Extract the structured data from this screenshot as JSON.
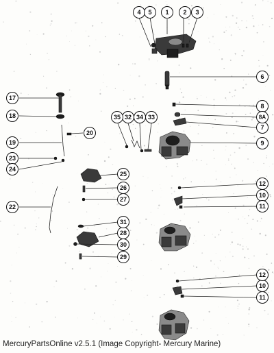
{
  "footer_text": "MercuryPartsOnline v2.5.1 (Image Copyright- Mercury Marine)",
  "callouts": [
    "1",
    "2",
    "3",
    "4",
    "5",
    "6",
    "7",
    "8",
    "8A",
    "9",
    "10",
    "10",
    "11",
    "11",
    "12",
    "12",
    "17",
    "18",
    "19",
    "20",
    "22",
    "23",
    "24",
    "25",
    "26",
    "27",
    "28",
    "29",
    "30",
    "31",
    "32",
    "33",
    "34",
    "35"
  ],
  "colors": {
    "background": "#fdfdfb",
    "ink": "#111111",
    "part": "#3a3a3a"
  }
}
